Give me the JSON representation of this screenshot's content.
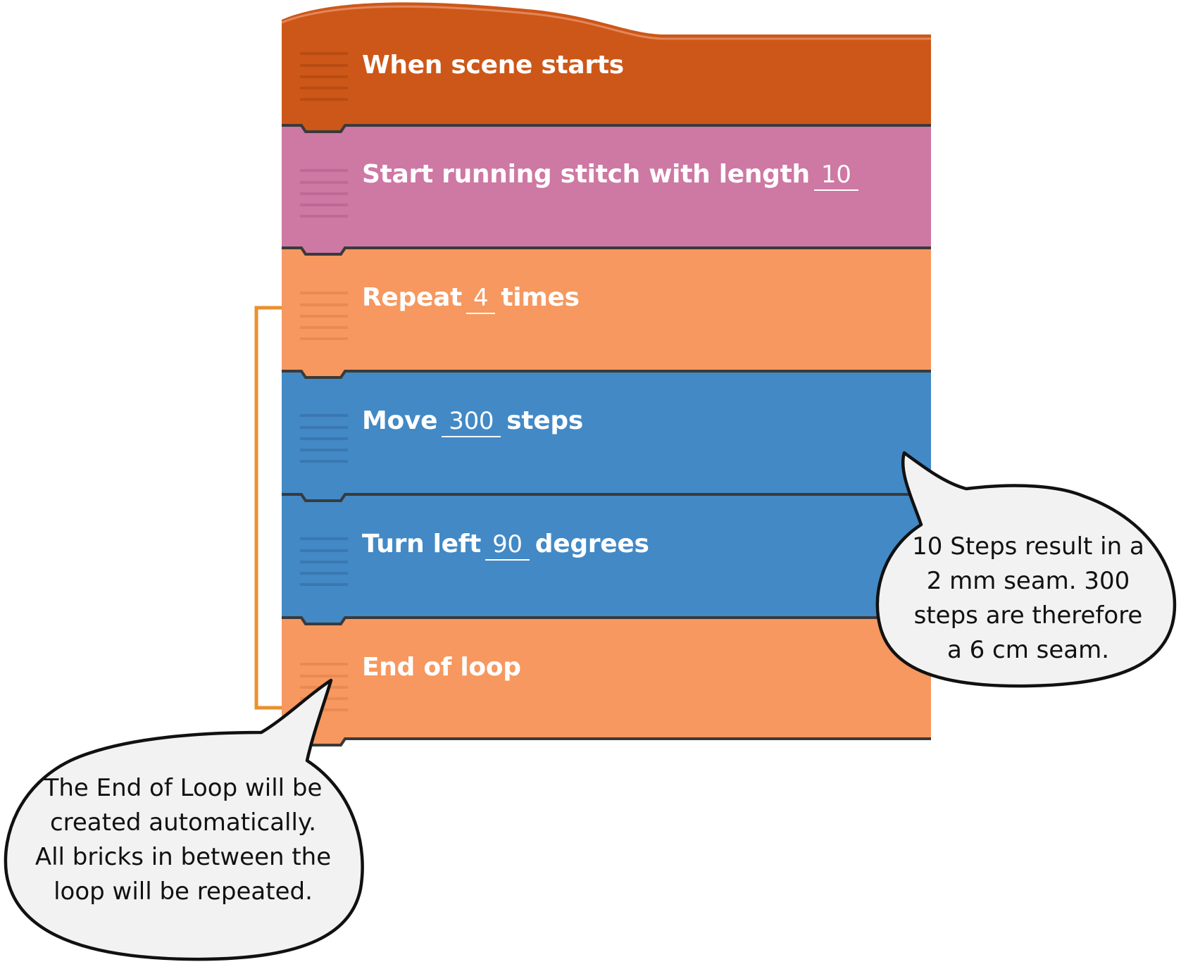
{
  "colors": {
    "event": "#cd5718",
    "embroidery": "#ce78a4",
    "control": "#f6985f",
    "motion": "#4289c6",
    "outline": "#3a3a3a",
    "loop_bracket": "#e9902f"
  },
  "bricks": [
    {
      "parts": {
        "text1": "When scene starts"
      }
    },
    {
      "parts": {
        "text1": "Start running stitch with length",
        "value": "10"
      }
    },
    {
      "parts": {
        "text1": "Repeat",
        "value": "4",
        "text2": "times"
      }
    },
    {
      "parts": {
        "text1": "Move",
        "value": "300",
        "text2": "steps"
      }
    },
    {
      "parts": {
        "text1": "Turn left",
        "value": "90",
        "text2": "degrees"
      }
    },
    {
      "parts": {
        "text1": "End of loop"
      }
    }
  ],
  "callouts": {
    "steps_note": {
      "lines": [
        "10 Steps result in a",
        "2 mm seam. 300",
        "steps are therefore",
        "a 6 cm seam."
      ]
    },
    "loop_note": {
      "lines": [
        "The End of Loop will be",
        "created automatically.",
        "All bricks in between the",
        "loop will be repeated."
      ]
    }
  }
}
